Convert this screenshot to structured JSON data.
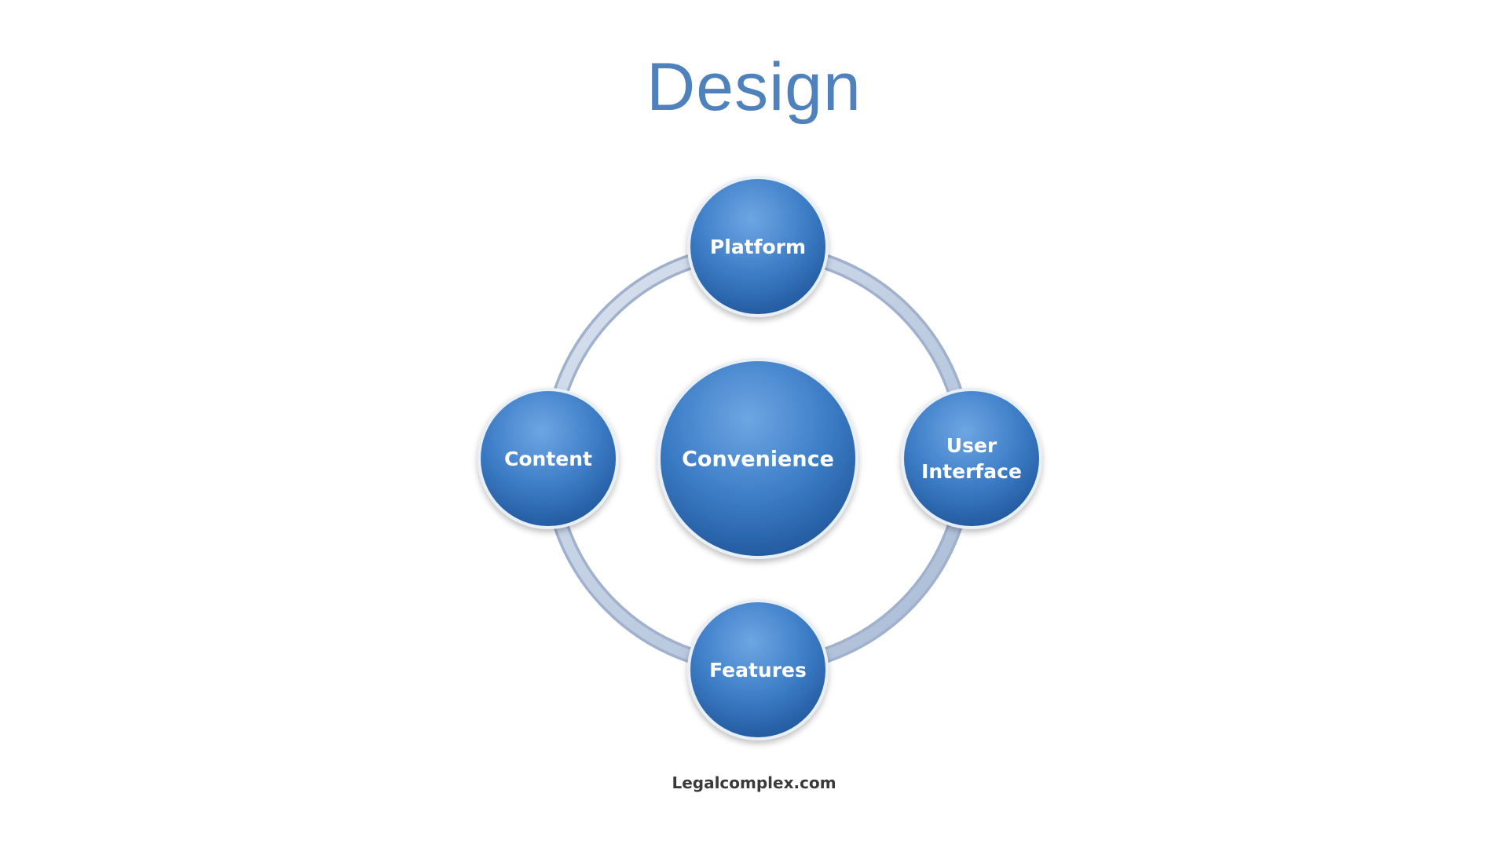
{
  "title": "Design",
  "center": {
    "label": "Convenience"
  },
  "nodes": {
    "top": {
      "label": "Platform"
    },
    "left": {
      "label": "Content"
    },
    "right": {
      "label_line1": "User",
      "label_line2": "Interface"
    },
    "bottom": {
      "label": "Features"
    }
  },
  "footer": "Legalcomplex.com",
  "colors": {
    "title": "#4f81bd",
    "node_fill": "#2f6bb3",
    "node_highlight": "#6ea6e3",
    "ring": "#b8c7de"
  }
}
